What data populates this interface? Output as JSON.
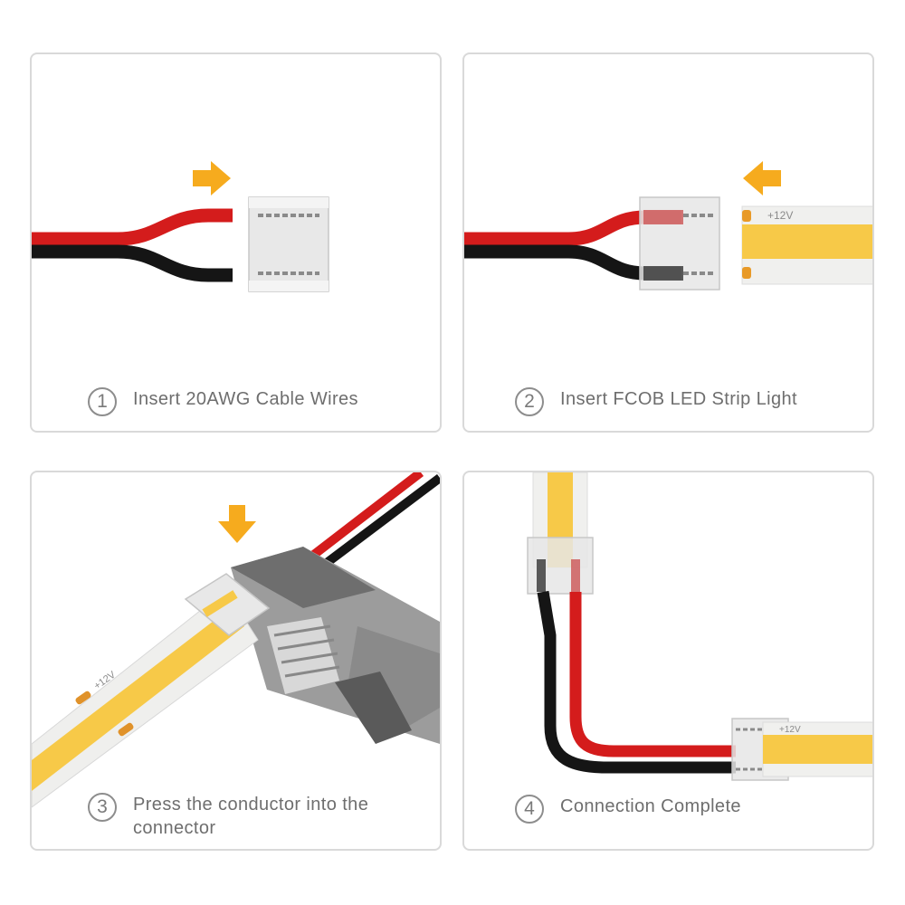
{
  "steps": [
    {
      "number": "1",
      "text": "Insert 20AWG Cable Wires"
    },
    {
      "number": "2",
      "text": "Insert FCOB LED Strip Light"
    },
    {
      "number": "3",
      "text": "Press the conductor into the connector"
    },
    {
      "number": "4",
      "text": "Connection Complete"
    }
  ],
  "strip_marking": "+12V",
  "colors": {
    "arrow": "#f6ab1e",
    "wire_red": "#d41c1c",
    "wire_black": "#151515",
    "strip_body": "#f0f0ee",
    "strip_cob": "#f7c948",
    "connector": "#e6e6e6",
    "panel_border": "#d9d9d9"
  },
  "icons": [
    "arrow-right-icon",
    "arrow-left-icon",
    "arrow-down-icon"
  ]
}
